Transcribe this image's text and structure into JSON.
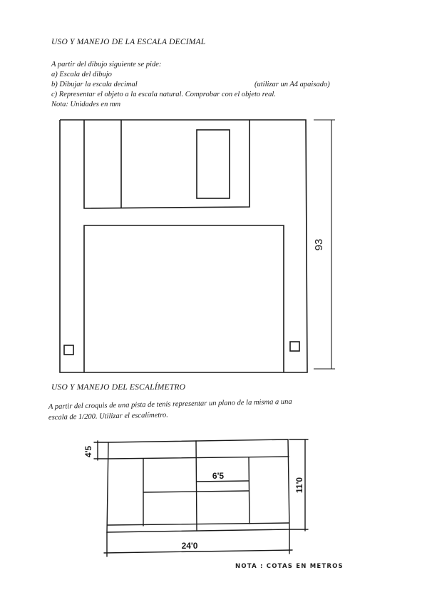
{
  "section1": {
    "title": "USO Y MANEJO DE LA ESCALA DECIMAL",
    "intro": "A partir del dibujo siguiente se pide:",
    "item_a": "a) Escala del dibujo",
    "item_b": "b) Dibujar la escala decimal",
    "item_b_note": "(utilizar un A4 apaisado)",
    "item_c": "c) Representar el objeto a la escala natural. Comprobar con el objeto real.",
    "nota": "Nota: Unidades en mm",
    "dimension": "93"
  },
  "section2": {
    "title": "USO Y MANEJO DEL ESCALÍMETRO",
    "text_line1": "A partir del croquis de una pista de tenis representar un plano de la misma a una",
    "text_line2": "escala de 1/200. Utilizar el escalímetro.",
    "dim_left": "4'5",
    "dim_center": "6'5",
    "dim_right": "11'0",
    "dim_bottom": "24'0",
    "nota": "NOTA : COTAS EN METROS"
  }
}
